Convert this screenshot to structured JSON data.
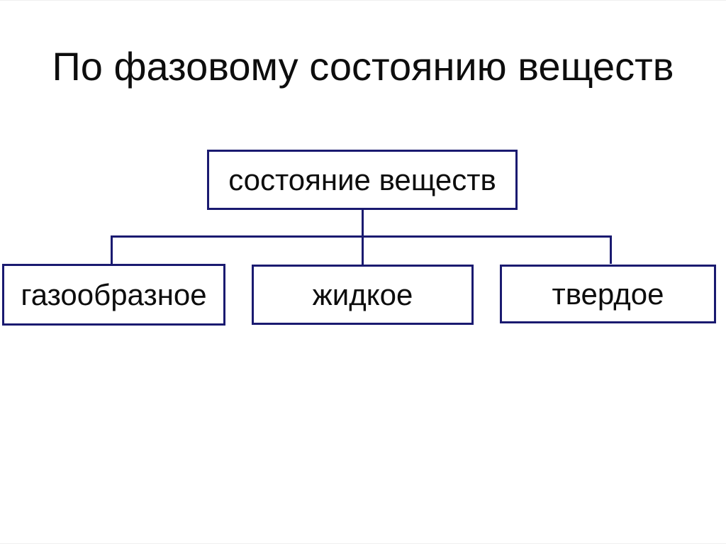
{
  "theme": {
    "background": "#ffffff",
    "line_color": "#1a1a70",
    "text_color": "#0d0d0d",
    "edge_line_color": "#efefef"
  },
  "slide": {
    "title": "По фазовому состоянию веществ"
  },
  "diagram": {
    "root": {
      "label": "состояние веществ"
    },
    "children": [
      {
        "label": "газообразное"
      },
      {
        "label": "жидкое"
      },
      {
        "label": "твердое"
      }
    ]
  }
}
